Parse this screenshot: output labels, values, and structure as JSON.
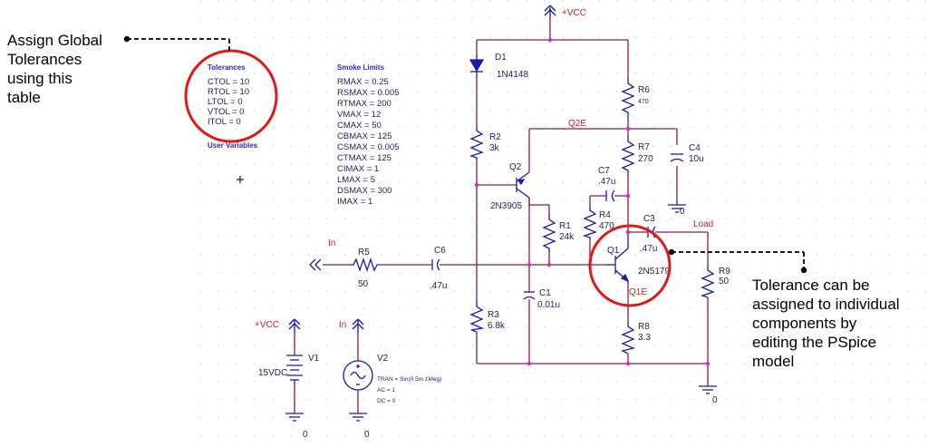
{
  "notes": {
    "global": [
      "Assign Global",
      "Tolerances",
      "using this",
      "table"
    ],
    "individual": [
      "Tolerance can be",
      "assigned to individual",
      "components by",
      "editing the PSpice",
      "model"
    ]
  },
  "tolerances": {
    "title": "Tolerances",
    "items": [
      "CTOL = 10",
      "RTOL = 10",
      "LTOL = 0",
      "VTOL = 0",
      "ITOL = 0"
    ],
    "footer": "User Variables"
  },
  "smoke": {
    "title": "Smoke Limits",
    "items": [
      "RMAX = 0.25",
      "RSMAX = 0.005",
      "RTMAX = 200",
      "VMAX = 12",
      "CMAX = 50",
      "CBMAX = 125",
      "CSMAX = 0.005",
      "CTMAX = 125",
      "CIMAX = 1",
      "LMAX = 5",
      "DSMAX = 300",
      "IMAX = 1"
    ]
  },
  "nets": {
    "vcc_top": "+VCC",
    "q2e": "Q2E",
    "load": "Load",
    "q1e": "Q1E",
    "in": "In",
    "vcc_src": "+VCC",
    "in_src": "In"
  },
  "components": {
    "D1": {
      "ref": "D1",
      "value": "1N4148"
    },
    "R6": {
      "ref": "R6",
      "value": "470"
    },
    "R2": {
      "ref": "R2",
      "value": "3k"
    },
    "R7": {
      "ref": "R7",
      "value": "270"
    },
    "C4": {
      "ref": "C4",
      "value": "10u"
    },
    "Q2": {
      "ref": "Q2",
      "value": "2N3905"
    },
    "C7": {
      "ref": "C7",
      "value": ".47u"
    },
    "R1": {
      "ref": "R1",
      "value": "24k"
    },
    "R4": {
      "ref": "R4",
      "value": "470"
    },
    "C3": {
      "ref": "C3",
      "value": ".47u"
    },
    "Q1": {
      "ref": "Q1",
      "value": "2N5179"
    },
    "R5": {
      "ref": "R5",
      "value": "50"
    },
    "C6": {
      "ref": "C6",
      "value": ".47u"
    },
    "R9": {
      "ref": "R9",
      "value": "50"
    },
    "C1": {
      "ref": "C1",
      "value": "0.01u"
    },
    "R3": {
      "ref": "R3",
      "value": "6.8k"
    },
    "R8": {
      "ref": "R8",
      "value": "3.3"
    },
    "V1": {
      "ref": "V1",
      "value": "15VDC"
    },
    "V2": {
      "ref": "V2",
      "attrs": [
        "TRAN = Sin(0.5m 1Meg)",
        "AC = 1",
        "DC = 0"
      ]
    }
  },
  "grounds": [
    "0",
    "0",
    "0",
    "0"
  ],
  "colors": {
    "wire": "#8b1c4a",
    "part": "#1a1aa8",
    "label": "#222266",
    "net": "#d42020",
    "callout": "#e01818",
    "junction": "#e020e0"
  }
}
